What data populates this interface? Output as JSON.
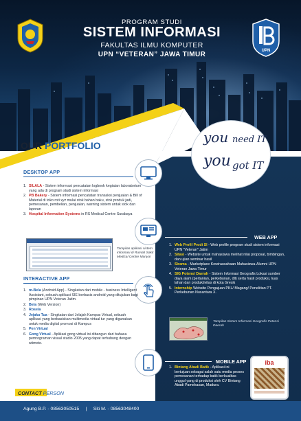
{
  "header": {
    "line1": "PROGRAM STUDI",
    "line2": "SISTEM INFORMASI",
    "line3": "FAKULTAS ILMU KOMPUTER",
    "line4": "UPN “VETERAN” JAWA TIMUR",
    "right_logo_text": "UPN"
  },
  "portfolio": {
    "our": "OUR ",
    "portfolio": "PORTFOLIO"
  },
  "slogan": {
    "line1_a": "you",
    "line1_b": "need IT",
    "line2_a": "you",
    "line2_b": "got IT"
  },
  "desktop": {
    "label": "DESKTOP APP",
    "items": [
      {
        "num": "1.",
        "name": "SILALA",
        "text": " - Sistem informasi pencatatan logbook kegiatan laboratorium yang ada di program studi sistem informasi"
      },
      {
        "num": "2.",
        "name": "PB Bakery",
        "text": " - Sistem informasi pencatatan transaksi penjualan & Bill of Material di toko roti xyz mulai stok bahan baku, stok produk jadi, pemesanan, pembelian, penjualan, warning sistem untuk stok dan laporan"
      },
      {
        "num": "3.",
        "name": "Hospital Information Systems",
        "text": " in RS Medical Centre Surabaya"
      }
    ],
    "caption": "Tampilan aplikasi sistem informasi di Rumah Sakit Medical Centre Manyar"
  },
  "interactive": {
    "label": "INTERACTIVE APP",
    "items": [
      {
        "num": "1.",
        "name": "m-Bela",
        "text": " (Android App) - Singkatan dari mobile - business Intelligent Assistant, sebuah aplikasi SIE berbasis android yang ditujukan bagi pimpinan UPN Veteran Jatim."
      },
      {
        "num": "2.",
        "name": "Bela",
        "text": " (Web Version)"
      },
      {
        "num": "3.",
        "name": "Rosela",
        "text": ""
      },
      {
        "num": "4.",
        "name": "Jejaka Tua",
        "text": " - Singkatan dari Jelajah Kampus Virtual, sebuah aplikasi yang berbasiskan multimedia virtual tur yang digunakan untuk media digital promosi di Kampus"
      },
      {
        "num": "5.",
        "name": "Pen Virtual",
        "text": ""
      },
      {
        "num": "6.",
        "name": "Gong Virtual",
        "text": " - Aplikasi gong virtual ini dibangun dari bahasa pemrograman visual studio 2005 yang dapat terhubung dengan wiimote."
      }
    ]
  },
  "web": {
    "label": "WEB APP",
    "items": [
      {
        "num": "1.",
        "name": "Web Profil Prodi SI",
        "text": " - Web profile program studi sistem informasi UPN \"Veteran\" Jatim"
      },
      {
        "num": "2.",
        "name": "Sitasi",
        "text": " - Website untuk mahasiswa melihat nilai proposal, bimbingan, dan ujian seminar hasil"
      },
      {
        "num": "3.",
        "name": "Sirama",
        "text": " - Marketplace Kewirausahaan Mahasiswa-Alumni UPN Veteran Jawa Timur"
      },
      {
        "num": "4.",
        "name": "SIG Potensi Daerah",
        "text": " - Sistem Informasi Geografis Lokasi sumber daya alam (pertanian, perkebunan, dll) serta hasil produksi, luas lahan dan produktivitas di kota Gresik"
      },
      {
        "num": "5.",
        "name": "Internship",
        "text": " Website Pengajuan PKL/ Magang/ Penelitian PT. Perkebunan Nusantara X."
      }
    ],
    "caption": "Tampilan Sistem Informasi Geografis Potensi Daerah"
  },
  "mobile": {
    "label": "MOBILE APP",
    "items": [
      {
        "num": "1.",
        "name": "Bintang Abadi Batik",
        "text": " - Aplikasi ini bertujuan sebagai salah satu media proses pemesanan terhadap batik berkualitas unggul yang di produksi oleh CV Bintang Abadi Pamekasan, Madura."
      }
    ],
    "phone_brand": "iba"
  },
  "contact": {
    "title": "CONTACT",
    "title2": " PERSON",
    "line": "Agung B.P. - 08563050515     |     Siti M. - 08563048400"
  },
  "colors": {
    "navy": "#143456",
    "blue": "#1f5fa8",
    "yellow": "#f4d118",
    "red": "#c62828"
  }
}
